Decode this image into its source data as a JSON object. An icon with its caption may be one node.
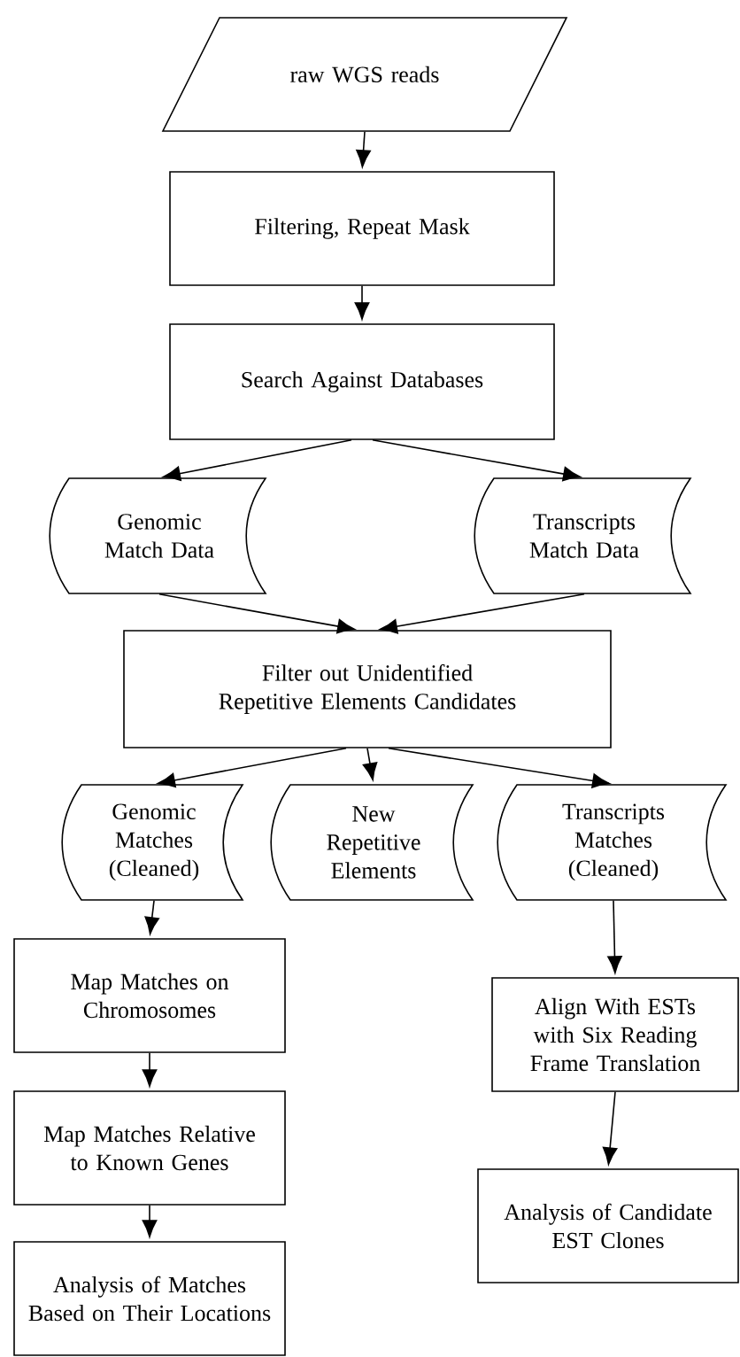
{
  "diagram": {
    "nodes": [
      {
        "text": [
          "raw WGS reads"
        ]
      },
      {
        "text": [
          "Filtering, Repeat Mask"
        ]
      },
      {
        "text": [
          "Search Against Databases"
        ]
      },
      {
        "text": [
          "Genomic Match Data"
        ]
      },
      {
        "text": [
          "Transcripts Match Data"
        ]
      },
      {
        "text": [
          "Filter out Unidentified Repetitive Elements Candidates"
        ]
      },
      {
        "text": [
          "Genomic Matches (Cleaned)"
        ]
      },
      {
        "text": [
          "New Repetitive Elements"
        ]
      },
      {
        "text": [
          "Transcripts Matches (Cleaned)"
        ]
      },
      {
        "text": [
          "Map Matches on Chromosomes"
        ]
      },
      {
        "text": [
          "Map Matches Relative to Known Genes"
        ]
      },
      {
        "text": [
          "Analysis of Matches Based on Their Locations"
        ]
      },
      {
        "text": [
          "Align With ESTs with Six Reading Frame Translation"
        ]
      },
      {
        "text": [
          "Analysis of Candidate EST Clones"
        ]
      }
    ],
    "edges": [
      {
        "from": 0,
        "to": 1,
        "arrow": "to"
      },
      {
        "from": 1,
        "to": 2,
        "arrow": "to"
      },
      {
        "from": 2,
        "to": 3,
        "arrow": "to"
      },
      {
        "from": 2,
        "to": 4,
        "arrow": "to"
      },
      {
        "from": 3,
        "to": 5,
        "arrow": "to"
      },
      {
        "from": 4,
        "to": 5,
        "arrow": "to"
      },
      {
        "from": 5,
        "to": 6,
        "arrow": "to"
      },
      {
        "from": 5,
        "to": 7,
        "arrow": "to"
      },
      {
        "from": 5,
        "to": 8,
        "arrow": "to"
      },
      {
        "from": 6,
        "to": 9,
        "arrow": "to"
      },
      {
        "from": 9,
        "to": 10,
        "arrow": "to"
      },
      {
        "from": 10,
        "to": 11,
        "arrow": "to"
      },
      {
        "from": 8,
        "to": 12,
        "arrow": "to"
      },
      {
        "from": 12,
        "to": 13,
        "arrow": "to"
      }
    ]
  }
}
